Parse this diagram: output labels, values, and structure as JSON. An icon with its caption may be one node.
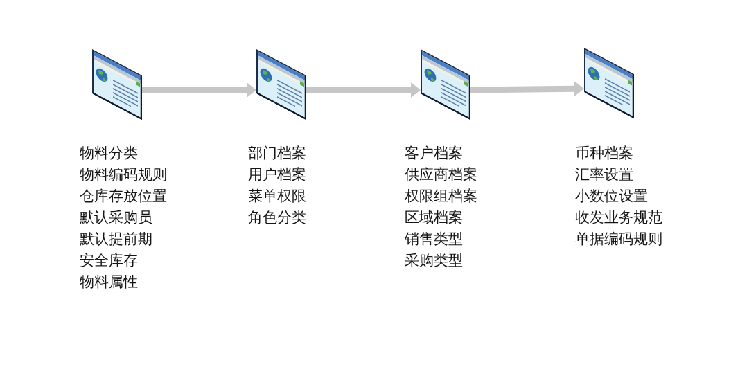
{
  "diagram": {
    "nodes": [
      {
        "text": [],
        "shape": "picture",
        "beside": [
          "物料分类",
          "物料编码规则",
          "仓库存放位置",
          "默认采购员",
          "默认提前期",
          "安全库存",
          "物料属性"
        ]
      },
      {
        "text": [],
        "shape": "picture",
        "beside": [
          "部门档案",
          "用户档案",
          "菜单权限",
          "角色分类"
        ]
      },
      {
        "text": [],
        "shape": "picture",
        "beside": [
          "客户档案",
          "供应商档案",
          "权限组档案",
          "区域档案",
          "销售类型",
          "采购类型"
        ]
      },
      {
        "text": [],
        "shape": "picture",
        "beside": [
          "币种档案",
          "汇率设置",
          "小数位设置",
          "收发业务规范",
          "单据编码规则"
        ]
      }
    ],
    "edges": [
      {
        "from": 0,
        "to": 1,
        "arrow": "to"
      },
      {
        "from": 1,
        "to": 2,
        "arrow": "to"
      },
      {
        "from": 2,
        "to": 3,
        "arrow": "to"
      }
    ]
  }
}
